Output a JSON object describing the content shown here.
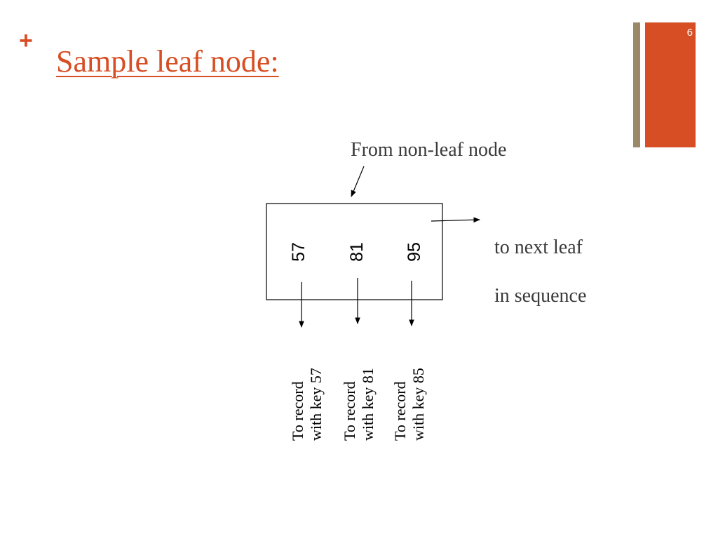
{
  "slide": {
    "bullet": "+",
    "title": "Sample leaf node:",
    "number": "6"
  },
  "colors": {
    "accent": "#d84e24",
    "tan": "#9a8868"
  },
  "diagram": {
    "top_label": "From non-leaf node",
    "keys": [
      "57",
      "81",
      "95"
    ],
    "next_line1": "to next leaf",
    "next_line2": "in sequence",
    "records": [
      {
        "line1": "To record",
        "line2": "with key 57"
      },
      {
        "line1": "To record",
        "line2": "with key 81"
      },
      {
        "line1": "To record",
        "line2": "with key 85"
      }
    ]
  }
}
